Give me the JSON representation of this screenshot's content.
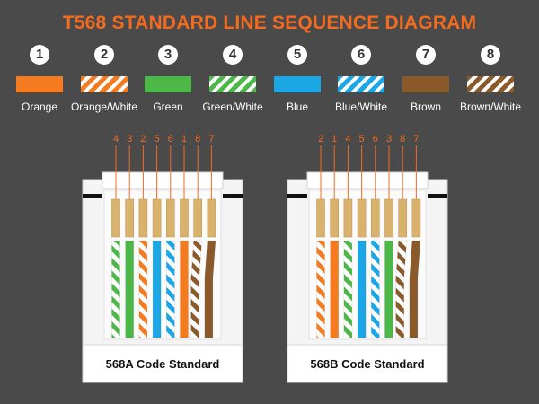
{
  "title": "T568 STANDARD LINE SEQUENCE DIAGRAM",
  "colors": {
    "orange": "#f47b20",
    "green": "#4cb848",
    "blue": "#1ba6e6",
    "brown": "#8a5a2b",
    "white": "#ffffff",
    "accent": "#f26b21",
    "background": "#4a4a4a",
    "pin": "#d9b36e"
  },
  "legend": [
    {
      "number": "1",
      "label": "Orange",
      "base": "orange",
      "striped": false
    },
    {
      "number": "2",
      "label": "Orange/White",
      "base": "orange",
      "striped": true
    },
    {
      "number": "3",
      "label": "Green",
      "base": "green",
      "striped": false
    },
    {
      "number": "4",
      "label": "Green/White",
      "base": "green",
      "striped": true
    },
    {
      "number": "5",
      "label": "Blue",
      "base": "blue",
      "striped": false
    },
    {
      "number": "6",
      "label": "Blue/White",
      "base": "blue",
      "striped": true
    },
    {
      "number": "7",
      "label": "Brown",
      "base": "brown",
      "striped": false
    },
    {
      "number": "8",
      "label": "Brown/White",
      "base": "brown",
      "striped": true
    }
  ],
  "connectors": [
    {
      "label": "568A Code Standard",
      "order": [
        "4",
        "3",
        "2",
        "5",
        "6",
        "1",
        "8",
        "7"
      ],
      "wires": [
        {
          "base": "green",
          "striped": true
        },
        {
          "base": "green",
          "striped": false
        },
        {
          "base": "orange",
          "striped": true
        },
        {
          "base": "blue",
          "striped": false
        },
        {
          "base": "blue",
          "striped": true
        },
        {
          "base": "orange",
          "striped": false
        },
        {
          "base": "brown",
          "striped": true
        },
        {
          "base": "brown",
          "striped": false
        }
      ]
    },
    {
      "label": "568B Code Standard",
      "order": [
        "2",
        "1",
        "4",
        "5",
        "6",
        "3",
        "8",
        "7"
      ],
      "wires": [
        {
          "base": "orange",
          "striped": true
        },
        {
          "base": "orange",
          "striped": false
        },
        {
          "base": "green",
          "striped": true
        },
        {
          "base": "blue",
          "striped": false
        },
        {
          "base": "blue",
          "striped": true
        },
        {
          "base": "green",
          "striped": false
        },
        {
          "base": "brown",
          "striped": true
        },
        {
          "base": "brown",
          "striped": false
        }
      ]
    }
  ]
}
